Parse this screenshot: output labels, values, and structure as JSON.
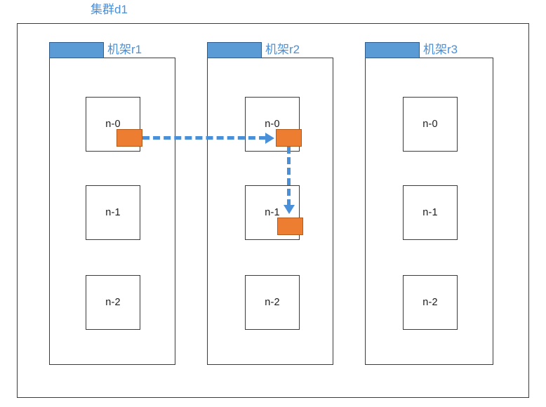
{
  "diagram": {
    "title": "集群d1",
    "title_color": "#4a90d9",
    "racks": [
      {
        "id": "r1",
        "label": "机架r1",
        "nodes": [
          {
            "id": "n-0",
            "label": "n-0"
          },
          {
            "id": "n-1",
            "label": "n-1"
          },
          {
            "id": "n-2",
            "label": "n-2"
          }
        ]
      },
      {
        "id": "r2",
        "label": "机架r2",
        "nodes": [
          {
            "id": "n-0",
            "label": "n-0"
          },
          {
            "id": "n-1",
            "label": "n-1"
          },
          {
            "id": "n-2",
            "label": "n-2"
          }
        ]
      },
      {
        "id": "r3",
        "label": "机架r3",
        "nodes": [
          {
            "id": "n-0",
            "label": "n-0"
          },
          {
            "id": "n-1",
            "label": "n-1"
          },
          {
            "id": "n-2",
            "label": "n-2"
          }
        ]
      }
    ],
    "shards": [
      {
        "rack": "r1",
        "node": "n-0"
      },
      {
        "rack": "r2",
        "node": "n-0"
      },
      {
        "rack": "r2",
        "node": "n-1"
      }
    ],
    "connections": [
      {
        "from": "r1/n-0",
        "to": "r2/n-0",
        "style": "dashed",
        "direction": "right"
      },
      {
        "from": "r2/n-0",
        "to": "r2/n-1",
        "style": "dashed",
        "direction": "down"
      }
    ],
    "colors": {
      "rack_header": "#5b9bd5",
      "shard": "#ed7d31",
      "shard_border": "#b35a1c",
      "connector": "#4a90d9",
      "outline": "#3b3b3b",
      "label_text": "#4a90d9",
      "node_text": "#1a1a1a",
      "background": "#ffffff"
    }
  }
}
